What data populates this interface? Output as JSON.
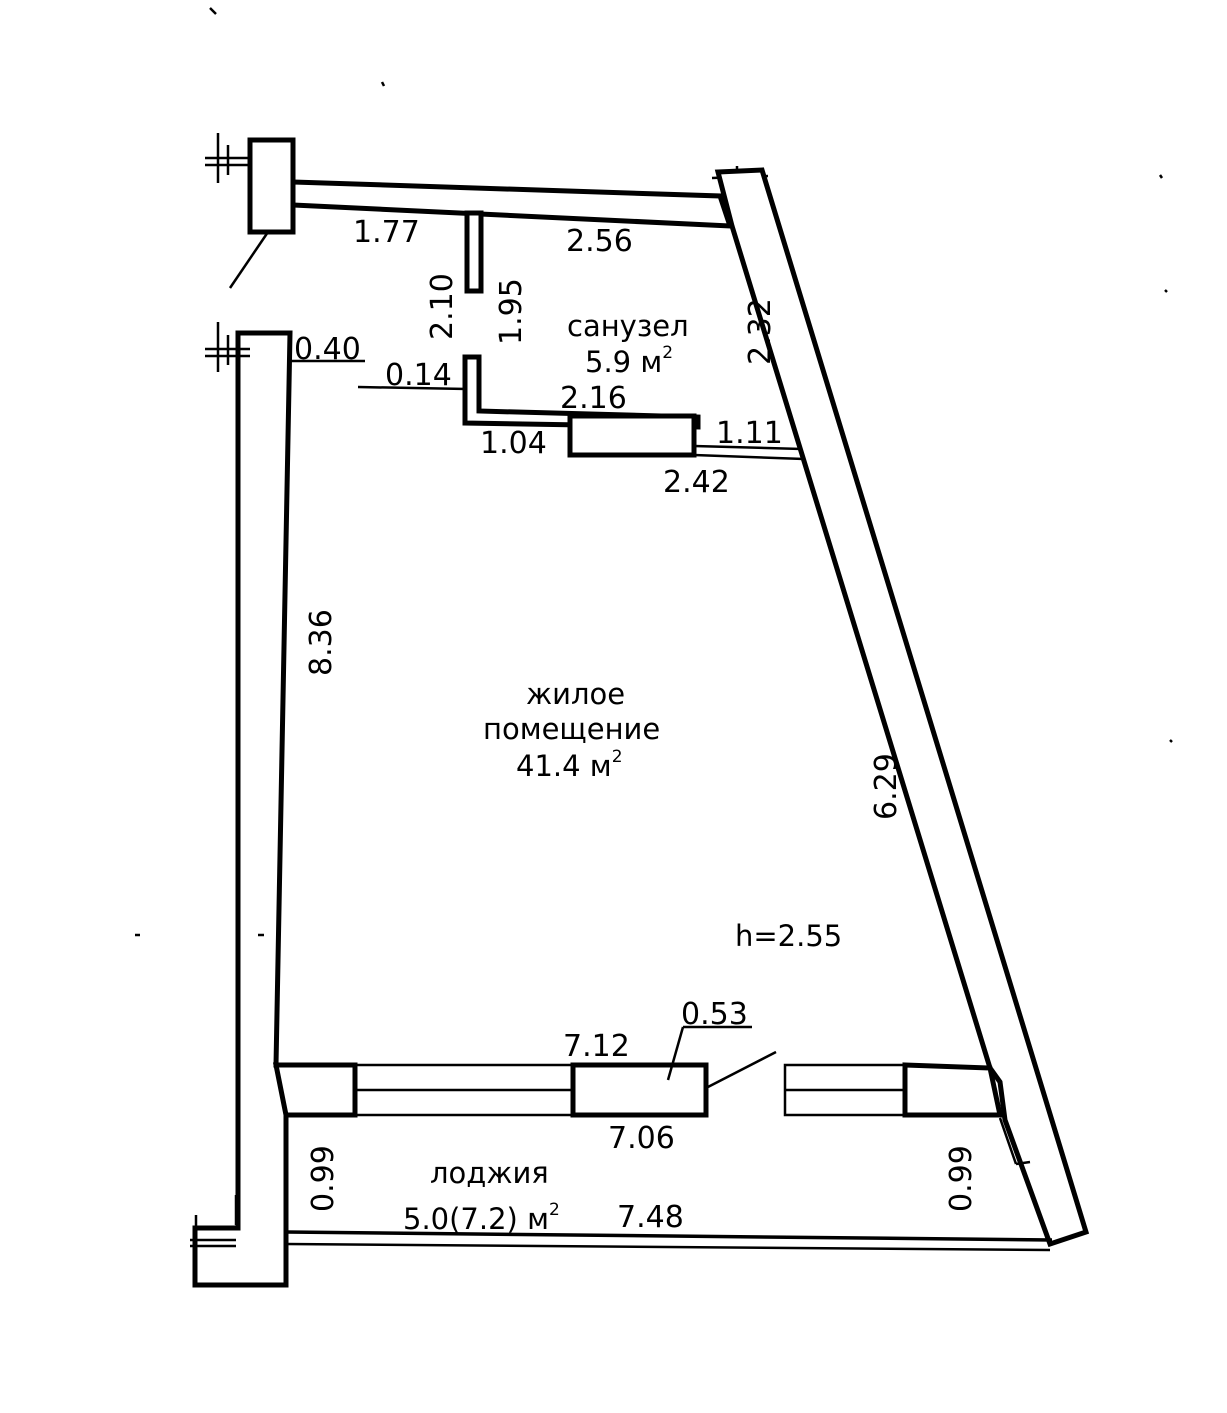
{
  "rooms": {
    "bathroom": {
      "name": "санузел",
      "area_value": "5.9",
      "area_unit": "м",
      "area_exp": "2"
    },
    "living": {
      "name_line1": "жилое",
      "name_line2": "помещение",
      "area_value": "41.4",
      "area_unit": "м",
      "area_exp": "2"
    },
    "loggia": {
      "name": "лоджия",
      "area_value": "5.0(7.2)",
      "area_unit": "м",
      "area_exp": "2"
    }
  },
  "ceiling_height": "h=2.55",
  "dimensions": {
    "d_1_77": "1.77",
    "d_2_56": "2.56",
    "d_2_10": "2.10",
    "d_1_95": "1.95",
    "d_2_32": "2.32",
    "d_0_40": "0.40",
    "d_0_14": "0.14",
    "d_2_16": "2.16",
    "d_1_04": "1.04",
    "d_1_11": "1.11",
    "d_2_42": "2.42",
    "d_8_36": "8.36",
    "d_6_29": "6.29",
    "d_0_53": "0.53",
    "d_7_12": "7.12",
    "d_7_06": "7.06",
    "d_0_99_left": "0.99",
    "d_0_99_right": "0.99",
    "d_7_48": "7.48"
  }
}
